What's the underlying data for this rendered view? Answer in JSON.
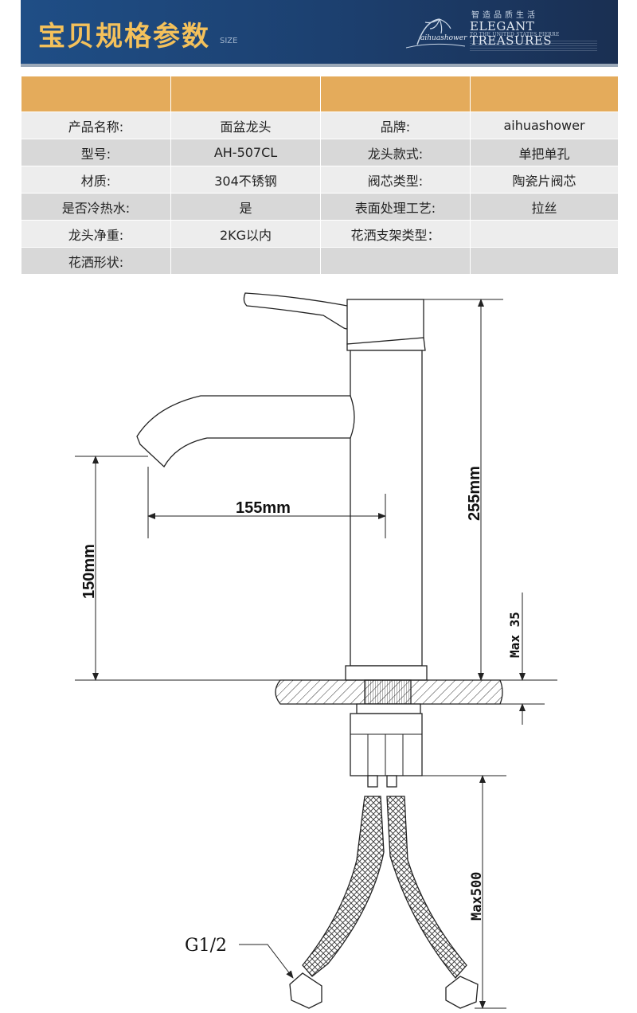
{
  "banner": {
    "title": "宝贝规格参数",
    "subtitle": "SIZE",
    "brand_cn": "智造品质生活",
    "brand_en": "ELEGANT TREASURES",
    "brand_line": "TO THE UNITED STATES PIERRE",
    "logo_text": "aihuashower"
  },
  "spec_table": {
    "rows": [
      [
        "产品名称:",
        "面盆龙头",
        "品牌:",
        "aihuashower"
      ],
      [
        "型号:",
        "AH-507CL",
        "龙头款式:",
        "单把单孔"
      ],
      [
        "材质:",
        "304不锈钢",
        "阀芯类型:",
        "陶瓷片阀芯"
      ],
      [
        "是否冷热水:",
        "是",
        "表面处理工艺:",
        "拉丝"
      ],
      [
        "龙头净重:",
        "2KG以内",
        "花洒支架类型：",
        ""
      ],
      [
        "花洒形状:",
        "",
        "",
        ""
      ]
    ]
  },
  "drawing": {
    "dim_spout_reach": "155mm",
    "dim_spout_height": "150mm",
    "dim_total_height": "255mm",
    "dim_deck_thickness": "Max 35",
    "dim_hose_length": "Max500",
    "thread_label": "G1/2"
  },
  "colors": {
    "banner_blue": "#1f4e86",
    "title_gold": "#f4c15b",
    "table_header": "#e4ab5b",
    "row_light": "#ededed",
    "row_dark": "#d8d8d8"
  }
}
